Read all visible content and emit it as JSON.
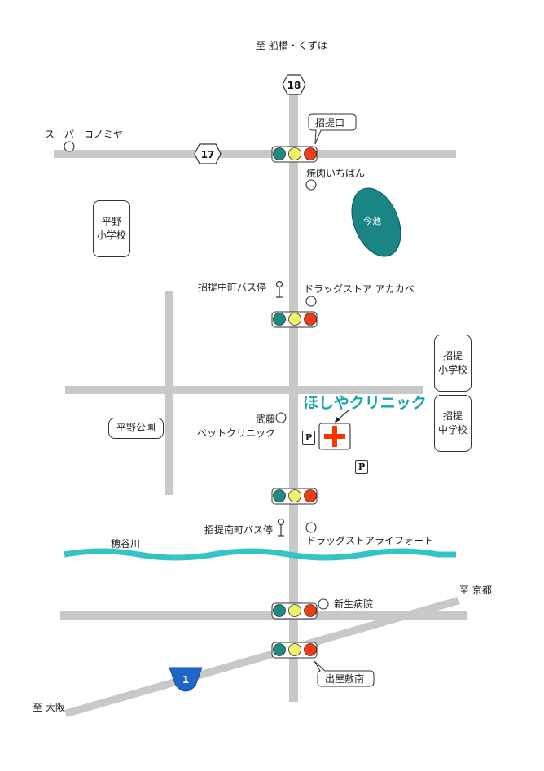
{
  "directions": {
    "north": "至 船橋・くずは",
    "northeast": "至 京都",
    "southwest": "至 大阪"
  },
  "route_markers": {
    "r18": "18",
    "r17": "17",
    "r1": "1"
  },
  "intersections": {
    "shoteiguchi": "招提口",
    "demayashikiminami": "出屋敷南"
  },
  "landmarks": {
    "super_konomiya": "スーパーコノミヤ",
    "yakiniku_ichiban": "焼肉いちばん",
    "imaike": "今池",
    "hirano_elementary": "平野\n小学校",
    "shotei_nakamachi_bus": "招提中町バス停",
    "drugstore_akakabe": "ドラッグストア アカカベ",
    "shotei_elementary": "招提\n小学校",
    "shotei_junior_high": "招提\n中学校",
    "hirano_park": "平野公園",
    "muto_pet_clinic": "武藤\nペットクリニック",
    "shotei_minamimachi_bus": "招提南町バス停",
    "drugstore_ai_fort": "ドラッグストアライフォート",
    "hotani_river": "穂谷川",
    "shinsei_hospital": "新生病院"
  },
  "clinic": {
    "name": "ほしやクリニック"
  },
  "parking": {
    "label": "P"
  },
  "colors": {
    "road": "#c8c8c8",
    "river": "#35c4c4",
    "pond": "#1a8585",
    "clinic_text": "#19a6a6",
    "clinic_cross": "#ff3300",
    "signal_green": "#1c8c82",
    "signal_yellow": "#f2f26a",
    "signal_red": "#f03c14",
    "route_1_shield": "#1f66c6"
  }
}
